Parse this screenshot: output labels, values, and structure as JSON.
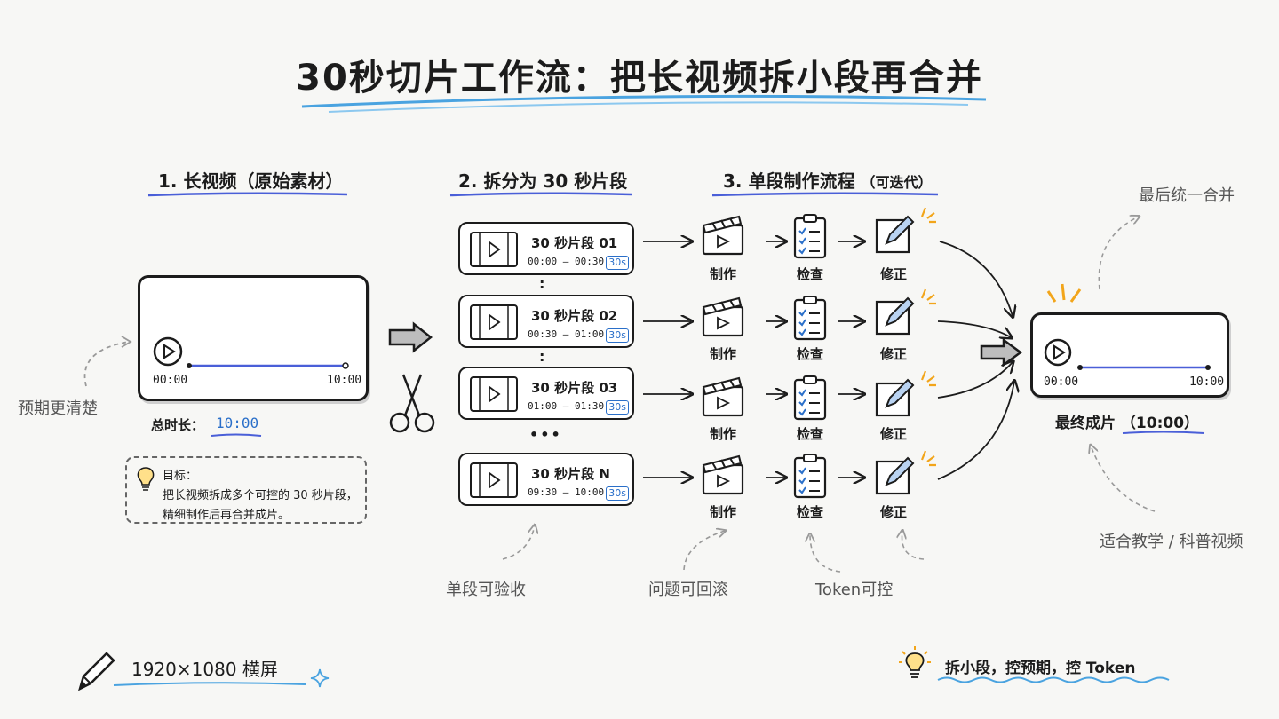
{
  "title": "30秒切片工作流：把长视频拆小段再合并",
  "sections": {
    "s1": "1. 长视频（原始素材）",
    "s2": "2. 拆分为 30 秒片段",
    "s3_main": "3. 单段制作流程",
    "s3_note": "（可迭代）"
  },
  "source_video": {
    "start": "00:00",
    "end": "10:00",
    "total_label": "总时长：",
    "total_value": "10:00"
  },
  "goal": {
    "label": "目标：",
    "line1": "把长视频拆成多个可控的 30 秒片段，",
    "line2": "精细制作后再合并成片。"
  },
  "segments": [
    {
      "name": "30 秒片段 01",
      "time": "00:00 – 00:30",
      "badge": "30s"
    },
    {
      "name": "30 秒片段 02",
      "time": "00:30 – 01:00",
      "badge": "30s"
    },
    {
      "name": "30 秒片段 03",
      "time": "01:00 – 01:30",
      "badge": "30s"
    },
    {
      "name": "30 秒片段 N",
      "time": "09:30 – 10:00",
      "badge": "30s"
    }
  ],
  "vdots": ":",
  "ellipsis": "•••",
  "steps": {
    "make": "制作",
    "check": "检查",
    "fix": "修正"
  },
  "final_video": {
    "start": "00:00",
    "end": "10:00",
    "label": "最终成片 （10:00）"
  },
  "notes": {
    "clearer": "预期更清楚",
    "merge": "最后统一合并",
    "suited": "适合教学 / 科普视频",
    "acceptable": "单段可验收",
    "rollback": "问题可回滚",
    "token": "Token可控"
  },
  "footer": {
    "resolution": "1920×1080 横屏",
    "tip": "拆小段，控预期，控 Token"
  },
  "colors": {
    "accent_blue": "#2a6fc9",
    "bar_blue": "#4a5fd8",
    "ink": "#1c1c1c",
    "bulb": "#f2a51a"
  }
}
